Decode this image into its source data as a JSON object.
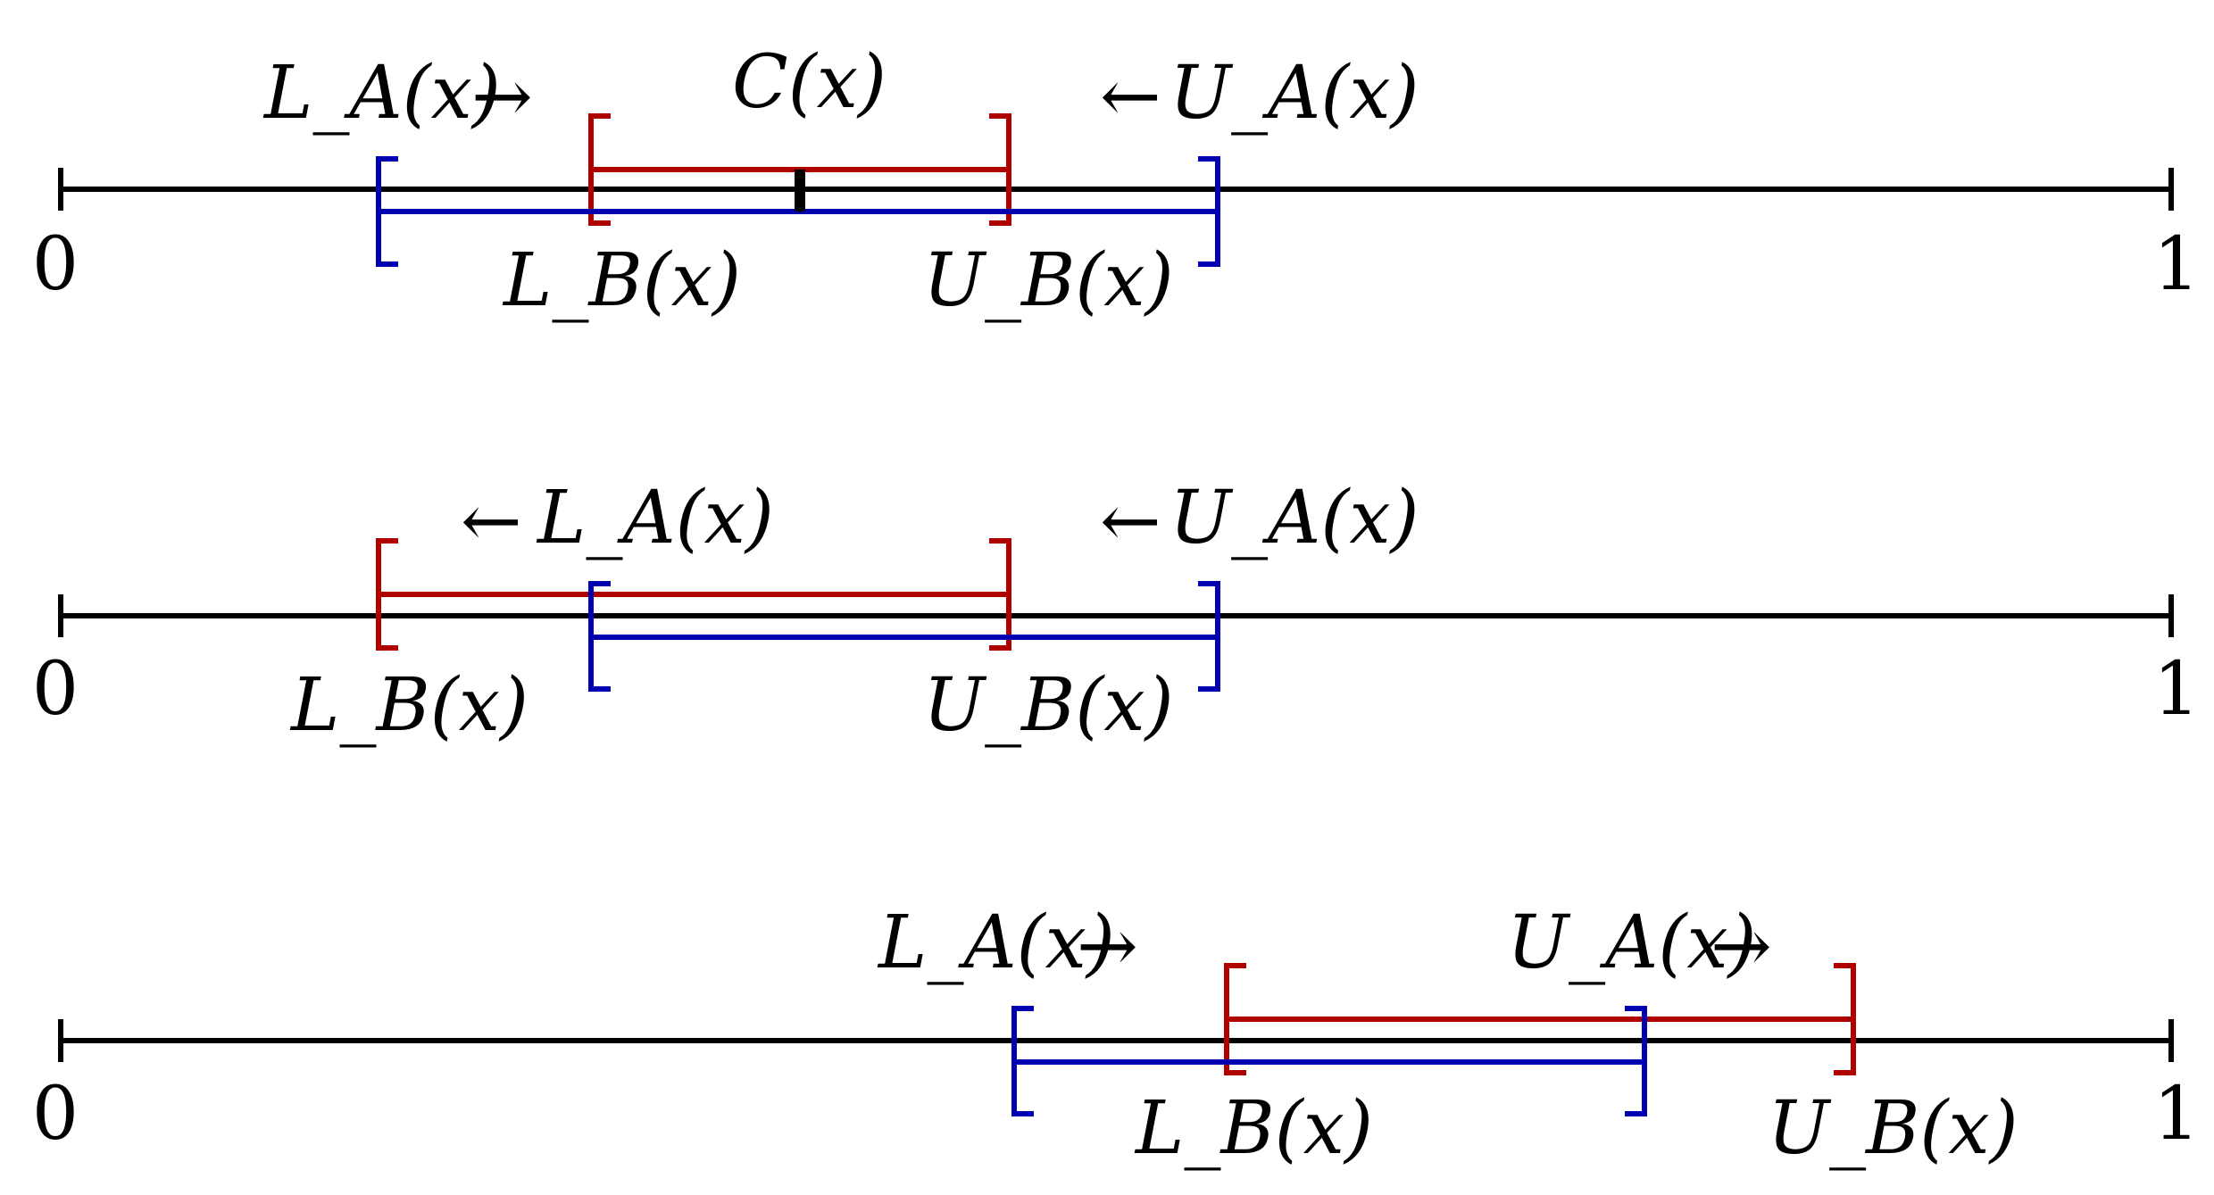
{
  "colors": {
    "interval_a": "#b00000",
    "interval_b": "#0000b0",
    "axis": "#000000"
  },
  "axis_labels": {
    "zero": "0",
    "one": "1"
  },
  "panels": [
    {
      "labels": {
        "la": "L_A(x)",
        "la_arrow": "→",
        "c": "C(x)",
        "ua": "U_A(x)",
        "ua_arrow": "←",
        "lb": "L_B(x)",
        "ub": "U_B(x)"
      }
    },
    {
      "labels": {
        "la": "L_A(x)",
        "la_arrow": "←",
        "ua": "U_A(x)",
        "ua_arrow": "←",
        "lb": "L_B(x)",
        "ub": "U_B(x)"
      }
    },
    {
      "labels": {
        "la": "L_A(x)",
        "la_arrow": "→",
        "ua": "U_A(x)",
        "ua_arrow": "→",
        "lb": "L_B(x)",
        "ub": "U_B(x)"
      }
    }
  ]
}
